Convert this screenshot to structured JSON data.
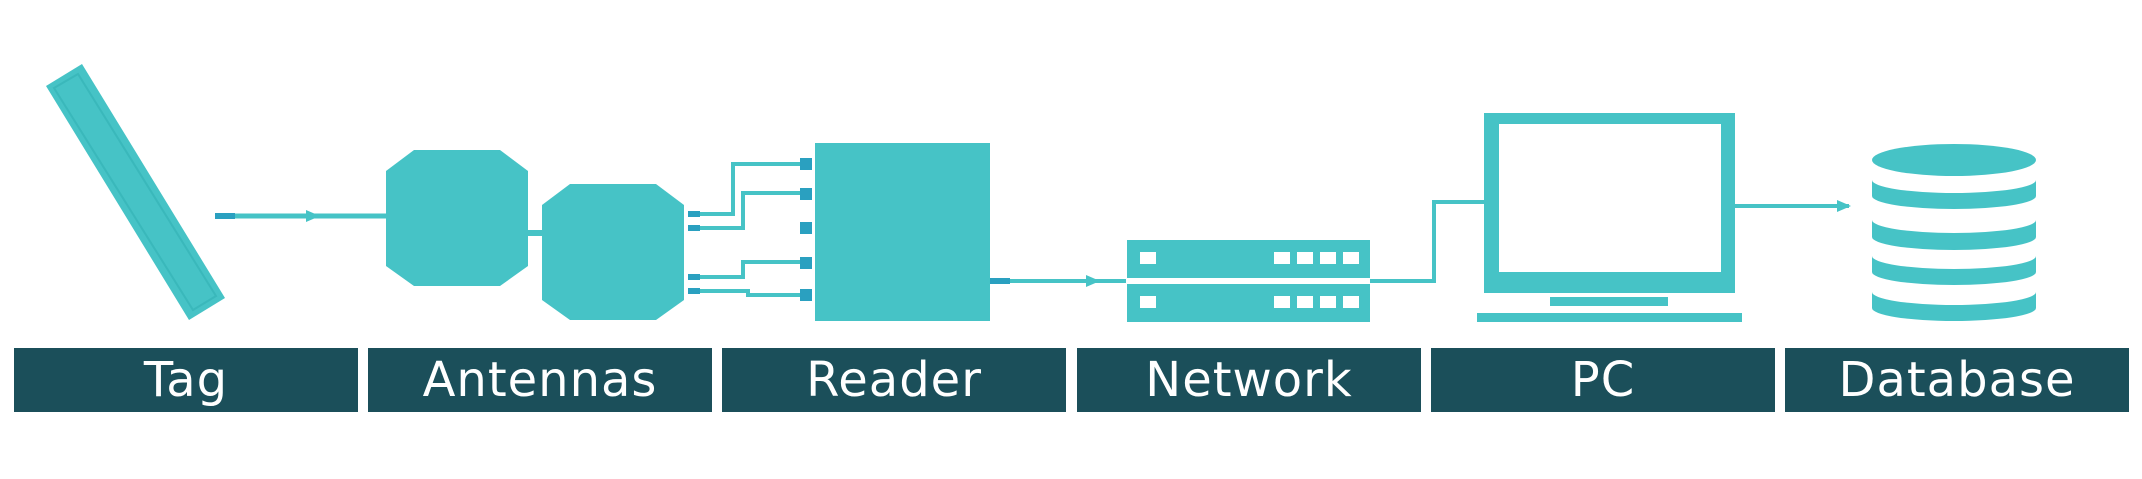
{
  "colors": {
    "accent": "#46c3c6",
    "accent_dark": "#2aa0c0",
    "label_bg": "#1b4f5a",
    "label_text": "#ffffff"
  },
  "stages": [
    {
      "id": "tag",
      "label": "Tag",
      "icon": "tag-icon"
    },
    {
      "id": "antennas",
      "label": "Antennas",
      "icon": "antenna-icon"
    },
    {
      "id": "reader",
      "label": "Reader",
      "icon": "reader-icon"
    },
    {
      "id": "network",
      "label": "Network",
      "icon": "network-switch-icon"
    },
    {
      "id": "pc",
      "label": "PC",
      "icon": "computer-icon"
    },
    {
      "id": "database",
      "label": "Database",
      "icon": "database-icon"
    }
  ]
}
